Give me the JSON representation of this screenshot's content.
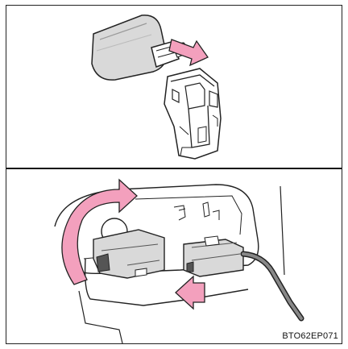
{
  "figure": {
    "code": "BTO62EP071"
  },
  "colors": {
    "arrow": "#f3a0bd",
    "arrow_stroke": "#222222",
    "part_gray": "#d9d9d9",
    "part_dark": "#555555",
    "outline": "#222222",
    "rule": "#111111"
  },
  "steps": [
    {
      "panel": "top",
      "action": "pull-out-arrow",
      "icons": [
        "bulb-icon",
        "socket-icon"
      ]
    },
    {
      "panel": "bottom",
      "action": "rotate-and-push-arrows",
      "icons": [
        "rotate-arrow-icon",
        "push-arrow-icon",
        "connector-icon"
      ]
    }
  ]
}
